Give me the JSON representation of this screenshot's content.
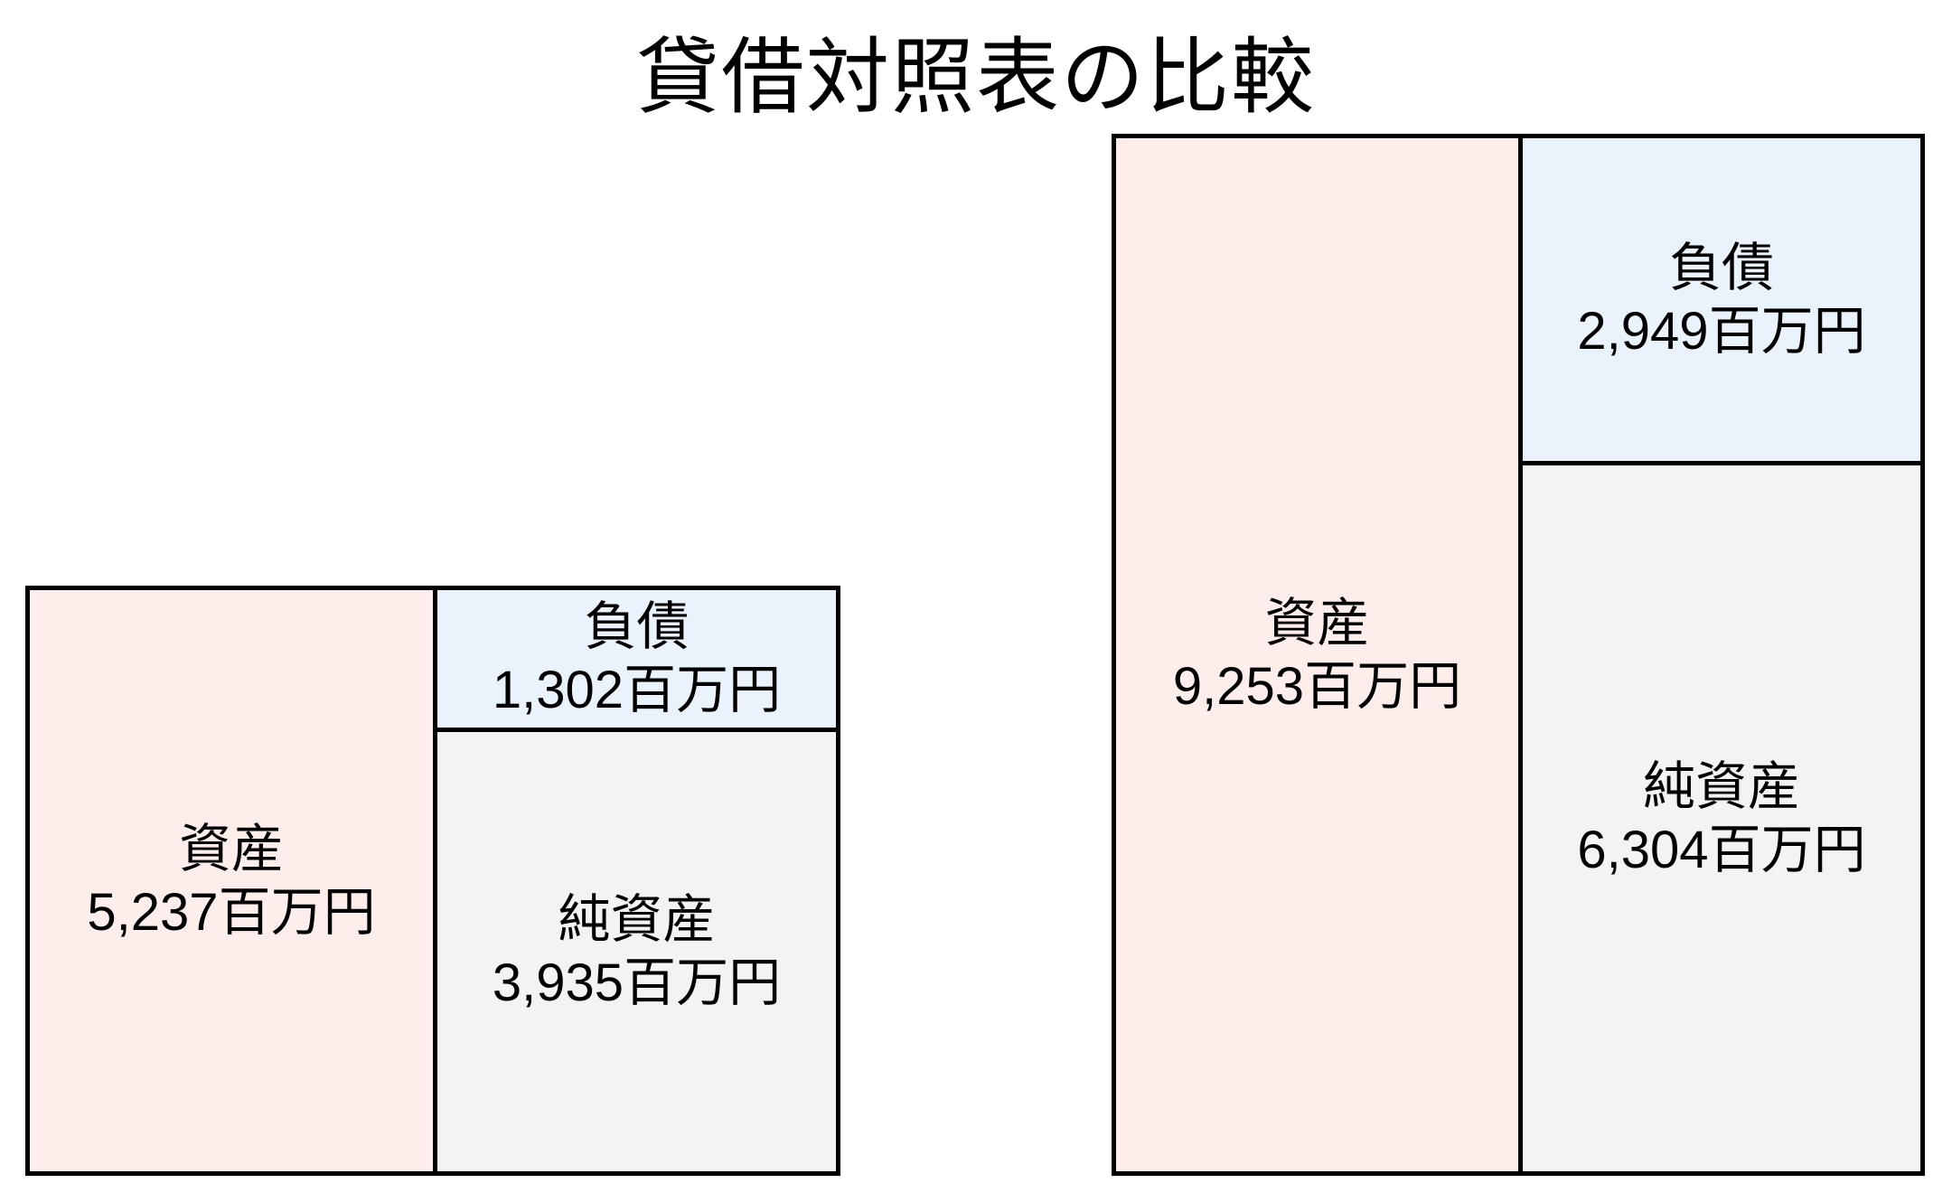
{
  "title": "貸借対照表の比較",
  "unit": "百万円",
  "colors": {
    "assets": "#fdeeec",
    "liabilities": "#eaf2fb",
    "net_assets": "#f3f3f3",
    "border": "#000000",
    "text": "#000000",
    "background": "#ffffff"
  },
  "sheets": [
    {
      "assets": {
        "label": "資産",
        "amount": "5,237百万円"
      },
      "liabilities": {
        "label": "負債",
        "amount": "1,302百万円"
      },
      "net_assets": {
        "label": "純資産",
        "amount": "3,935百万円"
      }
    },
    {
      "assets": {
        "label": "資産",
        "amount": "9,253百万円"
      },
      "liabilities": {
        "label": "負債",
        "amount": "2,949百万円"
      },
      "net_assets": {
        "label": "純資産",
        "amount": "6,304百万円"
      }
    }
  ],
  "chart_data": {
    "type": "bar",
    "variant": "balance-sheet-box-comparison",
    "title": "貸借対照表の比較",
    "unit": "百万円",
    "labels": {
      "assets": "資産",
      "liabilities": "負債",
      "net_assets": "純資産"
    },
    "sheets": [
      {
        "assets": 5237,
        "liabilities": 1302,
        "net_assets": 3935
      },
      {
        "assets": 9253,
        "liabilities": 2949,
        "net_assets": 6304
      }
    ],
    "layout_hints": {
      "bottoms_aligned": true,
      "heights_proportional_to_amounts": true,
      "left_column": "assets",
      "right_column_top": "liabilities",
      "right_column_bottom": "net_assets",
      "column_split": 0.5
    }
  }
}
